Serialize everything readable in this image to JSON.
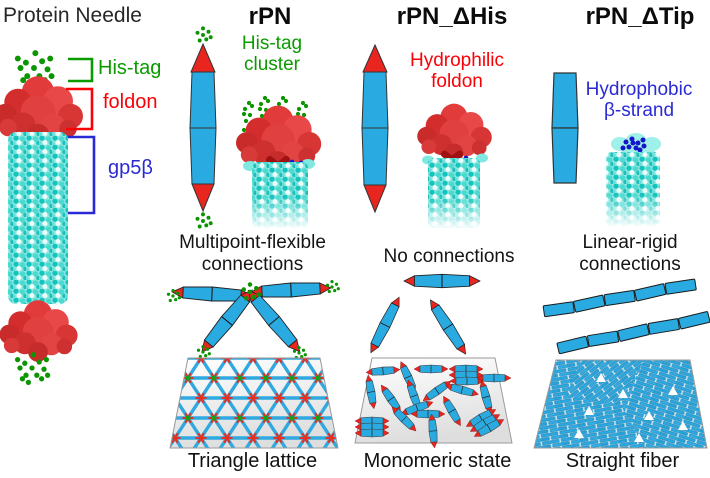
{
  "figure": {
    "left_panel": {
      "title": "Protein Needle",
      "region_labels": [
        {
          "id": "his_tag",
          "text": "His-tag",
          "color": "#0B9B00"
        },
        {
          "id": "foldon",
          "text": "foldon",
          "color": "#FB0006"
        },
        {
          "id": "gp5b",
          "text": "gp5β",
          "color": "#2A2AD4"
        }
      ]
    },
    "columns": [
      {
        "header": "rPN",
        "annotation": "His-tag cluster",
        "annotation_color": "#0B9B00",
        "connection_label": "Multipoint-flexible connections",
        "assembly_label": "Triangle lattice"
      },
      {
        "header": "rPN_ΔHis",
        "annotation": "Hydrophilic foldon",
        "annotation_color": "#FB0006",
        "connection_label": "No connections",
        "assembly_label": "Monomeric state"
      },
      {
        "header": "rPN_ΔTip",
        "annotation": "Hydrophobic β-strand",
        "annotation_color": "#2A2AD4",
        "connection_label": "Linear-rigid connections",
        "assembly_label": "Straight fiber"
      }
    ],
    "colors": {
      "spindle_blue": "#29ABE2",
      "tip_red": "#E8251F",
      "his_tag_green": "#0B9500",
      "needle_cyan": "#2BD4CC",
      "foldon_red": "#DF3232",
      "beta_strand_blue": "#1515C8",
      "text_black": "#141414"
    }
  }
}
